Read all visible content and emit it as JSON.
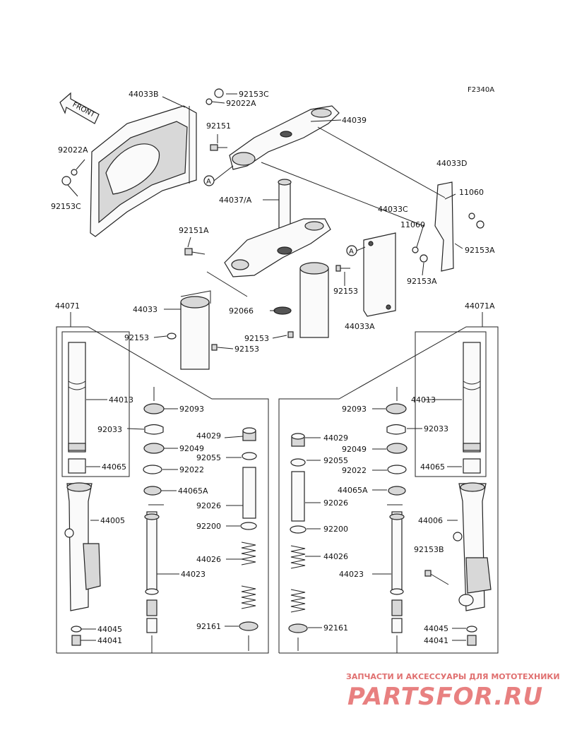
{
  "diagram": {
    "code": "F2340A",
    "front_label": "FRONT",
    "labels": {
      "l44033B": "44033B",
      "l92153C_a": "92153C",
      "l92022A_a": "92022A",
      "l44039": "44039",
      "l92151": "92151",
      "l92022A_b": "92022A",
      "l92153C_b": "92153C",
      "l44033D": "44033D",
      "l11060_a": "11060",
      "l44037A": "44037/A",
      "l44033C": "44033C",
      "l11060_b": "11060",
      "l92151A": "92151A",
      "l92153A_a": "92153A",
      "l92153A_b": "92153A",
      "l92153_a": "92153",
      "l44033": "44033",
      "l92066": "92066",
      "l44033A": "44033A",
      "l92153_b": "92153",
      "l92153_c": "92153",
      "l92153_d": "92153",
      "l44071": "44071",
      "l44071A": "44071A",
      "L44013": "44013",
      "L92093": "92093",
      "L92033": "92033",
      "L44029": "44029",
      "L92049": "92049",
      "L92055": "92055",
      "L44065": "44065",
      "L92022": "92022",
      "L44065A": "44065A",
      "L92026": "92026",
      "L44005": "44005",
      "L92200": "92200",
      "L44026": "44026",
      "L44023": "44023",
      "L92161": "92161",
      "L44045": "44045",
      "L44041": "44041",
      "R44013": "44013",
      "R92093": "92093",
      "R92033": "92033",
      "R44029": "44029",
      "R92049": "92049",
      "R92055": "92055",
      "R92022": "92022",
      "R44065": "44065",
      "R44065A": "44065A",
      "R92026": "92026",
      "R44006": "44006",
      "R92200": "92200",
      "R44026": "44026",
      "R92153B": "92153B",
      "R44023": "44023",
      "R92161": "92161",
      "R44045": "44045",
      "R44041": "44041"
    },
    "ref_marks": [
      "A",
      "A"
    ]
  },
  "watermark": {
    "subtitle": "ЗАПЧАСТИ И АКСЕССУАРЫ ДЛЯ МОТОТЕХНИКИ",
    "brand": "PARTSFOR.RU"
  },
  "colors": {
    "ink": "#222222",
    "watermark": "#e88080"
  }
}
